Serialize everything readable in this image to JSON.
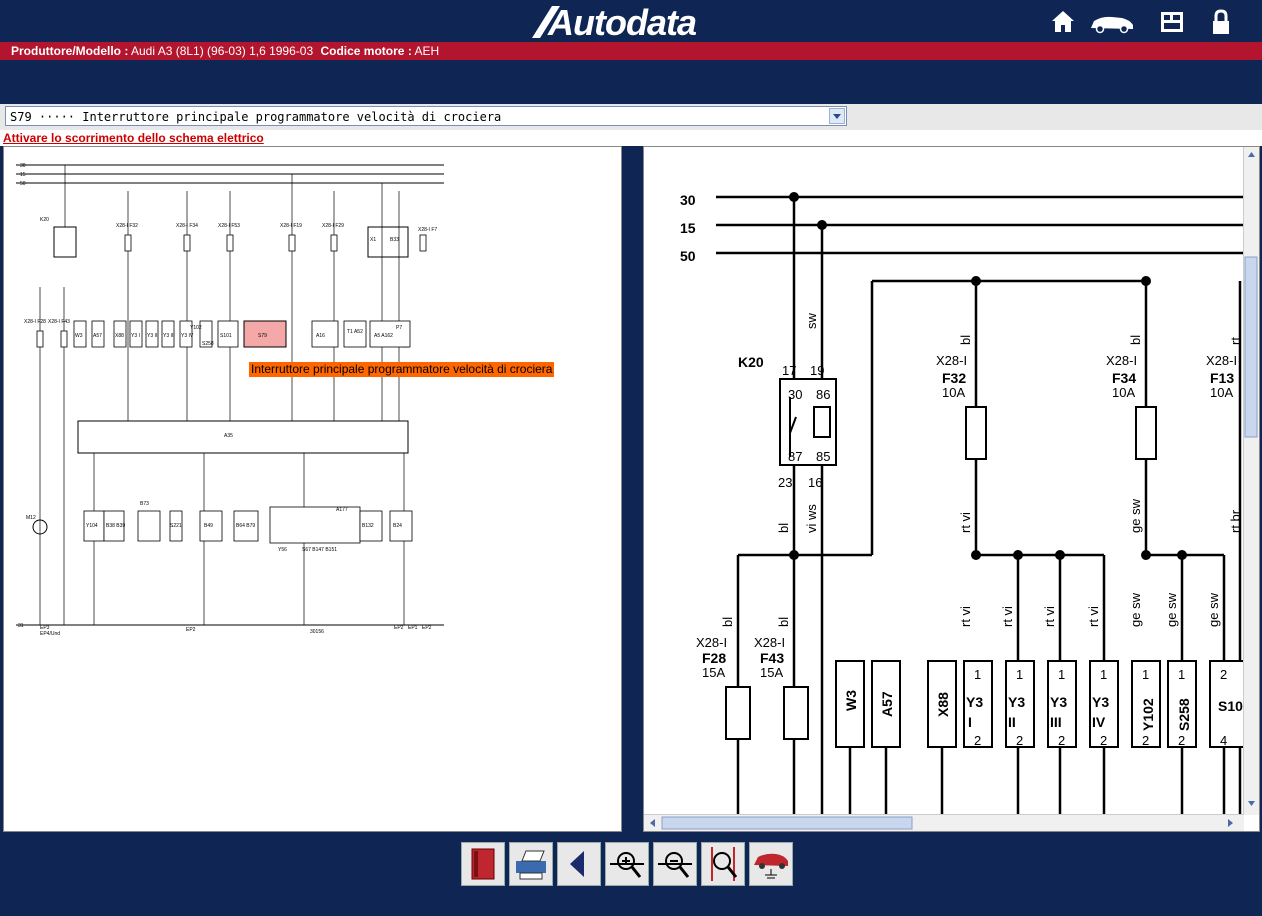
{
  "header": {
    "brand": "Autodata",
    "nav": [
      {
        "name": "home-icon"
      },
      {
        "name": "car-icon"
      },
      {
        "name": "diagram-icon"
      },
      {
        "name": "lock-icon"
      }
    ]
  },
  "vehicle": {
    "model_label": "Produttore/Modello :",
    "model_value": "Audi A3 (8L1) (96-03) 1,6 1996-03",
    "engine_label": "Codice motore :",
    "engine_value": "AEH"
  },
  "component_select": {
    "value": "S79 ····· Interruttore principale programmatore velocità di crociera"
  },
  "scroll_link": "Attivare lo scorrimento dello schema elettrico",
  "tooltip": "Interruttore principale programmatore velocità di crociera",
  "overview": {
    "bus": [
      "30",
      "15",
      "50"
    ],
    "top_labels": [
      "K20",
      "X28-I F32",
      "X28-I F34",
      "X28-I F53",
      "X28-I F19",
      "X28-I F29",
      "X1",
      "B33",
      "X28-I F7"
    ],
    "components": [
      "X28-I F28",
      "X28-I F43",
      "W3",
      "A57",
      "X88",
      "Y3 I",
      "Y3 II",
      "Y3 III",
      "Y3 IV",
      "Y102",
      "S258",
      "S101",
      "S79",
      "A16",
      "T1 A52",
      "A5 A162",
      "P7",
      "A35",
      "M12",
      "Y104",
      "B38 B39",
      "B73",
      "S221",
      "B49",
      "B64 B79",
      "A177",
      "Y56",
      "S67 B147 B151",
      "B132",
      "B24"
    ],
    "ground": [
      "31",
      "EP3",
      "EP4/Und",
      "EP2",
      "30156",
      "EP2",
      "EP1",
      "EP2"
    ]
  },
  "detail": {
    "bus": [
      "30",
      "15",
      "50"
    ],
    "relay": {
      "name": "K20",
      "pins": [
        "17",
        "19",
        "30",
        "86",
        "87",
        "85",
        "23",
        "16"
      ]
    },
    "fuses_top": [
      {
        "conn": "X28-I",
        "name": "F32",
        "amp": "10A",
        "wire": "bl",
        "wire2": "rt vi"
      },
      {
        "conn": "X28-I",
        "name": "F34",
        "amp": "10A",
        "wire": "bl",
        "wire2": "ge sw"
      },
      {
        "conn": "X28-I",
        "name": "F13",
        "amp": "10A",
        "wire": "rt",
        "wire2": "rt br"
      }
    ],
    "relay_wire_top": "sw",
    "relay_wire_bl": "bl",
    "relay_wire_viws": "vi ws",
    "fuses_bottom": [
      {
        "conn": "X28-I",
        "name": "F28",
        "amp": "15A",
        "wire": "bl"
      },
      {
        "conn": "X28-I",
        "name": "F43",
        "amp": "15A",
        "wire": "bl"
      }
    ],
    "wires_mid": [
      "rt vi",
      "rt vi",
      "rt vi",
      "rt vi",
      "ge sw",
      "ge sw",
      "ge sw"
    ],
    "components": [
      {
        "name": "W3"
      },
      {
        "name": "A57"
      },
      {
        "name": "X88"
      },
      {
        "name": "Y3",
        "sub": "I",
        "p1": "1",
        "p2": "2"
      },
      {
        "name": "Y3",
        "sub": "II",
        "p1": "1",
        "p2": "2"
      },
      {
        "name": "Y3",
        "sub": "III",
        "p1": "1",
        "p2": "2"
      },
      {
        "name": "Y3",
        "sub": "IV",
        "p1": "1",
        "p2": "2"
      },
      {
        "name": "Y102",
        "p1": "1",
        "p2": "2"
      },
      {
        "name": "S258",
        "p1": "1",
        "p2": "2"
      },
      {
        "name": "S10",
        "p1": "2",
        "p2": "4"
      }
    ]
  },
  "toolbar": [
    {
      "name": "manual-icon"
    },
    {
      "name": "print-icon"
    },
    {
      "name": "back-icon"
    },
    {
      "name": "zoom-in-icon"
    },
    {
      "name": "zoom-out-icon"
    },
    {
      "name": "zoom-area-icon"
    },
    {
      "name": "car-ground-icon"
    }
  ]
}
